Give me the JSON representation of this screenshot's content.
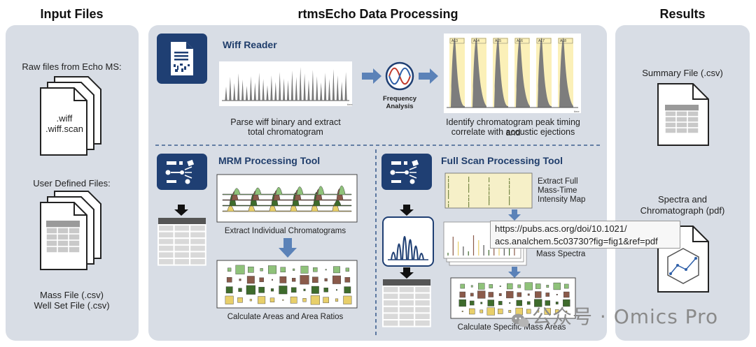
{
  "columns": {
    "input": "Input Files",
    "processing": "rtmsEcho Data Processing",
    "results": "Results"
  },
  "input": {
    "raw_label": "Raw files from Echo MS:",
    "raw_files": [
      ".wiff",
      ".wiff.scan"
    ],
    "user_label": "User Defined Files:",
    "user_files": [
      "Mass File (.csv)",
      "Well Set File (.csv)"
    ]
  },
  "wiff": {
    "title": "Wiff Reader",
    "caption1": [
      "Parse wiff binary and extract",
      "total chromatogram"
    ],
    "freq_label": [
      "Frequency",
      "Analysis"
    ],
    "caption2": [
      "Identify chromatogram peak timing and",
      "correlate with acoustic ejections"
    ],
    "peak_labels": [
      "A13",
      "A14",
      "A15",
      "A16",
      "A17",
      "A18"
    ]
  },
  "mrm": {
    "title": "MRM Processing Tool",
    "caption1": "Extract Individual Chromatograms",
    "caption2": "Calculate Areas and Area Ratios"
  },
  "fullscan": {
    "title": "Full Scan Processing Tool",
    "extract": [
      "Extract Full",
      "Mass-Time",
      "Intensity Map"
    ],
    "mass_spectra": "Mass Spectra",
    "caption": "Calculate Specific Mass Areas"
  },
  "results": {
    "summary": "Summary File (.csv)",
    "spectra": [
      "Spectra and",
      "Chromatograph (pdf)"
    ]
  },
  "tooltip": [
    "https://pubs.acs.org/doi/10.1021/",
    "acs.analchem.5c03730?fig=fig1&ref=pdf"
  ],
  "watermark": "公众号 · Omics Pro",
  "colors": {
    "panel": "#d8dde5",
    "icon_navy": "#1f3f73",
    "arrow_blue": "#5b82b8",
    "green": "#3e6b2c",
    "brown": "#8a5a4a",
    "yellow": "#e8cf6a"
  }
}
